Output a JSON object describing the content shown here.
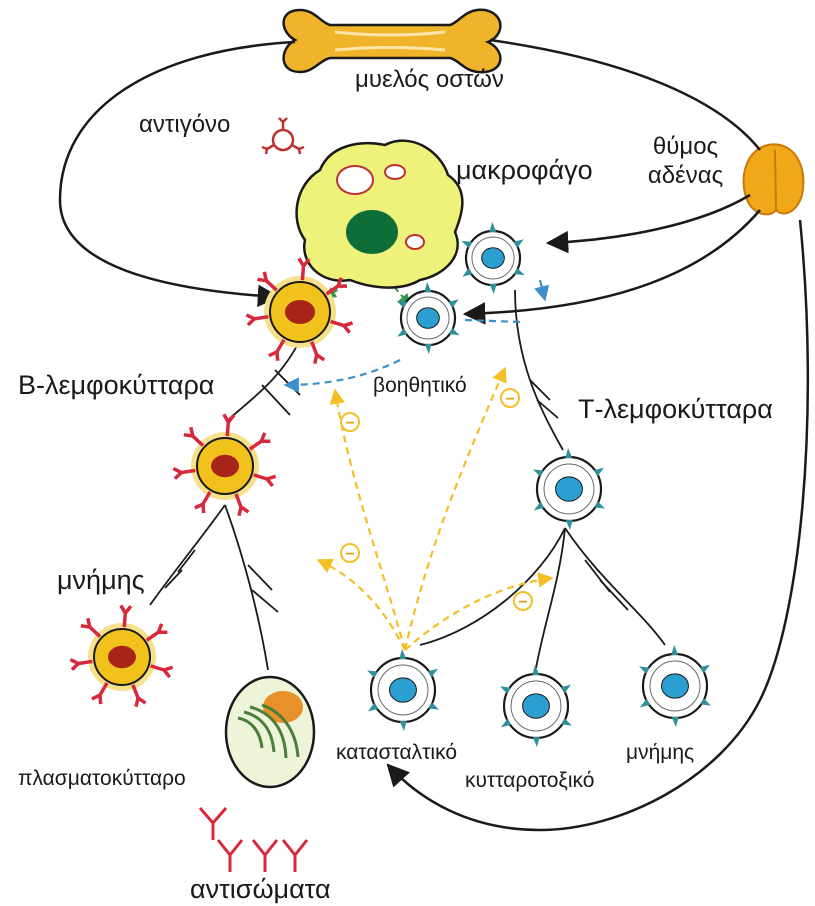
{
  "labels": {
    "bone_marrow": "μυελός οστών",
    "antigen": "αντιγόνο",
    "macrophage": "μακροφάγο",
    "thymus": "θύμος αδένας",
    "b_lymphocytes": "Β-λεμφοκύτταρα",
    "helper": "βοηθητικό",
    "t_lymphocytes": "Τ-λεμφοκύτταρα",
    "b_memory": "μνήμης",
    "plasma_cell": "πλασματοκύτταρο",
    "antibodies": "αντισώματα",
    "suppressor": "κατασταλτικό",
    "cytotoxic": "κυτταροτοξικό",
    "t_memory": "μνήμης"
  },
  "inhibition_sign": "−",
  "colors": {
    "b_cell_fill": "#f2c21c",
    "b_cell_ring": "#f6e08a",
    "b_nucleus": "#a82418",
    "receptor_red": "#d8283c",
    "t_cell_nucleus": "#2a9fd0",
    "t_cell_marker": "#2f8f9a",
    "macrophage_fill": "#eef27a",
    "macrophage_nucleus": "#0e6e3a",
    "thymus": "#f0a818",
    "bone": "#f0b42a",
    "suppression_arrows": "#f4bf24",
    "helper_arrows": "#3d8fc9",
    "line": "#1a1a1a"
  }
}
